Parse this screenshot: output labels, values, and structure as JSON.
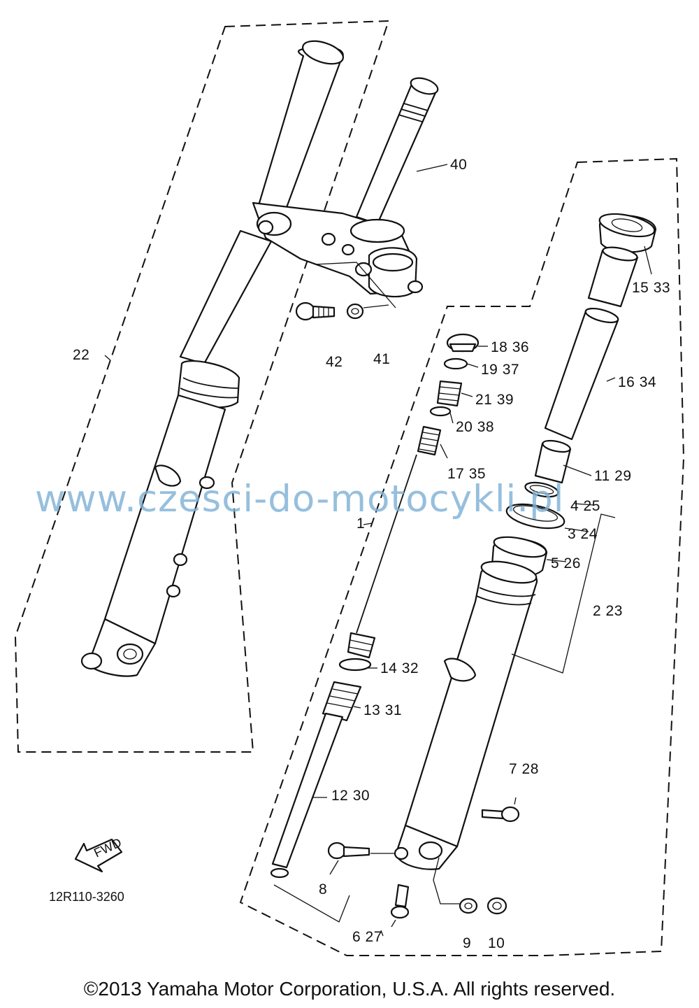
{
  "diagram_code": "12R110-3260",
  "watermark": "www.czesci-do-motocykli.pl",
  "copyright": "©2013 Yamaha Motor Corporation, U.S.A. All rights reserved.",
  "fwd_label": "FWD",
  "callouts": {
    "c22": "22",
    "c40": "40",
    "c42": "42",
    "c41": "41",
    "c15_33": "15 33",
    "c18_36": "18 36",
    "c19_37": "19 37",
    "c21_39": "21 39",
    "c16_34": "16 34",
    "c20_38": "20 38",
    "c17_35": "17 35",
    "c11_29": "11 29",
    "c1": "1",
    "c4_25": "4 25",
    "c3_24": "3 24",
    "c5_26": "5 26",
    "c2_23": "2 23",
    "c14_32": "14 32",
    "c13_31": "13 31",
    "c7_28": "7 28",
    "c12_30": "12 30",
    "c8": "8",
    "c6_27": "6 27",
    "c9": "9",
    "c10": "10"
  }
}
